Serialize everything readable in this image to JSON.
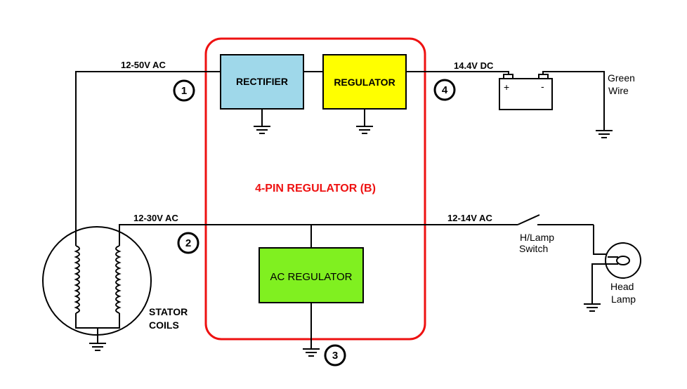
{
  "blocks": {
    "rectifier": "RECTIFIER",
    "regulator": "REGULATOR",
    "ac_regulator": "AC REGULATOR",
    "module_title": "4-PIN REGULATOR (B)"
  },
  "voltages": {
    "stator_to_rectifier": "12-50V AC",
    "stator_to_ac_regulator": "12-30V AC",
    "battery_charge": "14.4V DC",
    "headlamp_feed": "12-14V AC"
  },
  "pins": [
    "1",
    "2",
    "3",
    "4"
  ],
  "battery": {
    "plus": "+",
    "minus": "-"
  },
  "labels": {
    "green_wire_line1": "Green",
    "green_wire_line2": "Wire",
    "switch_line1": "H/Lamp",
    "switch_line2": "Switch",
    "lamp_line1": "Head",
    "lamp_line2": "Lamp",
    "stator_line1": "STATOR",
    "stator_line2": "COILS"
  },
  "colors": {
    "module_border": "#ee1111",
    "rectifier_fill": "#9fd8ea",
    "regulator_fill": "#ffff00",
    "ac_regulator_fill": "#80f020"
  }
}
